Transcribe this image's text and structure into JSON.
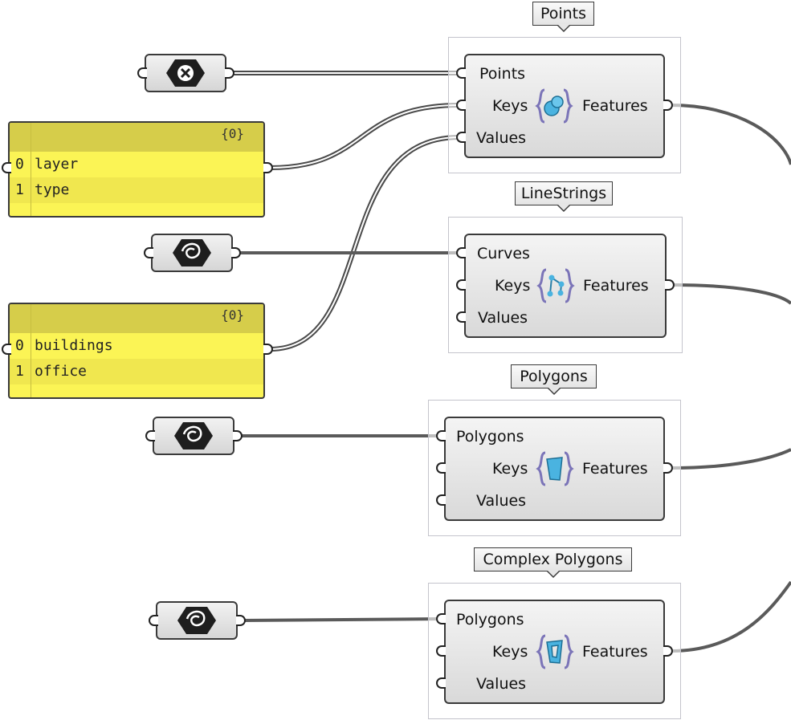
{
  "components": [
    {
      "callout": "Points",
      "inputs": [
        "Points",
        "Keys",
        "Values"
      ],
      "output": "Features",
      "icon": "point-feature-icon"
    },
    {
      "callout": "LineStrings",
      "inputs": [
        "Curves",
        "Keys",
        "Values"
      ],
      "output": "Features",
      "icon": "linestring-feature-icon"
    },
    {
      "callout": "Polygons",
      "inputs": [
        "Polygons",
        "Keys",
        "Values"
      ],
      "output": "Features",
      "icon": "polygon-feature-icon"
    },
    {
      "callout": "Complex Polygons",
      "inputs": [
        "Polygons",
        "Keys",
        "Values"
      ],
      "output": "Features",
      "icon": "complex-polygon-feature-icon"
    }
  ],
  "panels": [
    {
      "path": "{0}",
      "rows": [
        {
          "index": "0",
          "text": "layer"
        },
        {
          "index": "1",
          "text": "type"
        }
      ]
    },
    {
      "path": "{0}",
      "rows": [
        {
          "index": "0",
          "text": "buildings"
        },
        {
          "index": "1",
          "text": "office"
        }
      ]
    }
  ],
  "params": [
    {
      "icon": "point-param-icon",
      "state": "empty"
    },
    {
      "icon": "curve-param-icon"
    },
    {
      "icon": "curve-param-icon"
    },
    {
      "icon": "curve-param-icon"
    }
  ],
  "colors": {
    "panel": "#fbf455",
    "panel_header": "#d6cd4a",
    "wire": "#5a5a5a",
    "icon_fill": "#4ab3e0",
    "icon_braces": "#7b74b8"
  }
}
